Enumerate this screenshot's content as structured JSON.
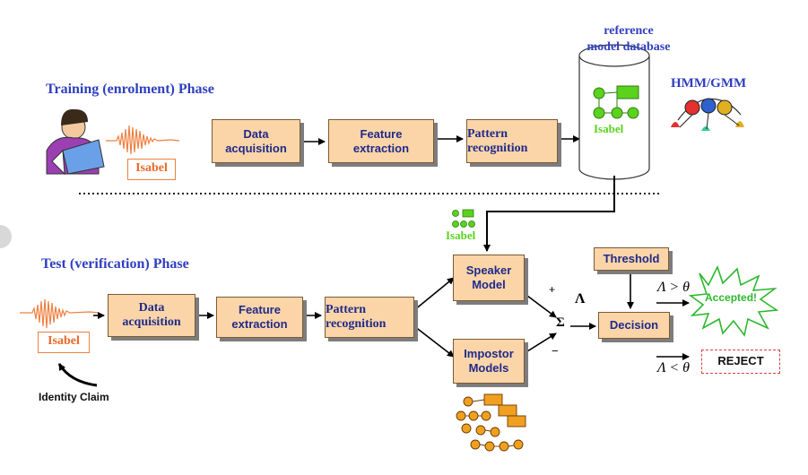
{
  "colors": {
    "phase_title": "#2f3fbf",
    "box_fill": "#fbd5a8",
    "box_text": "#1f2a8a",
    "isabel_tag": "#e86a28",
    "green_model": "#5ad21e",
    "accepted": "#2db82d",
    "reject_border": "#d94040"
  },
  "training": {
    "title": "Training (enrolment) Phase",
    "isabel_label": "Isabel",
    "boxes": {
      "data_acquisition": "Data\nacquisition",
      "feature_extraction": "Feature\nextraction",
      "pattern_recognition": "Pattern\nrecognition"
    }
  },
  "database": {
    "label": "reference\nmodel database",
    "model_name": "Isabel",
    "model_type": "HMM/GMM"
  },
  "test": {
    "title": "Test (verification) Phase",
    "isabel_label": "Isabel",
    "identity_claim": "Identity  Claim",
    "claimed_model_label": "Isabel",
    "boxes": {
      "data_acquisition": "Data\nacquisition",
      "feature_extraction": "Feature\nextraction",
      "pattern_recognition": "Pattern\nrecognition",
      "speaker_model": "Speaker\nModel",
      "impostor_models": "Impostor\nModels",
      "threshold": "Threshold",
      "decision": "Decision"
    },
    "symbols": {
      "plus": "+",
      "minus": "−",
      "sigma": "Σ",
      "lambda": "Λ",
      "accept_condition": "Λ > θ",
      "reject_condition": "Λ < θ"
    },
    "outcomes": {
      "accepted": "Accepted!",
      "reject": "REJECT"
    }
  }
}
